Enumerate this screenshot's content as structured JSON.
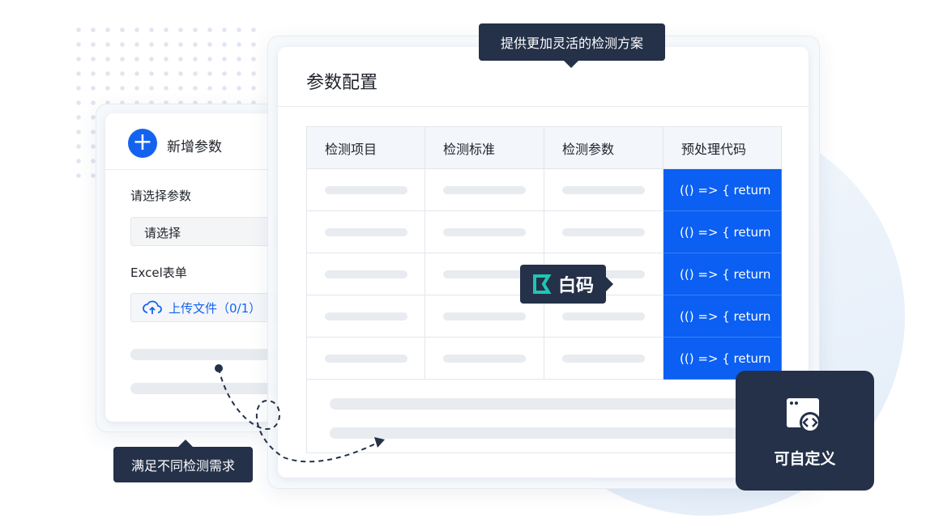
{
  "left_card": {
    "title": "新增参数",
    "param_label": "请选择参数",
    "select_placeholder": "请选择",
    "excel_label": "Excel表单",
    "upload_label": "上传文件（0/1）"
  },
  "tip_bottom": "满足不同检测需求",
  "tip_top": "提供更加灵活的检测方案",
  "main_card": {
    "title": "参数配置",
    "columns": [
      "检测项目",
      "检测标准",
      "检测参数",
      "预处理代码"
    ],
    "code_cells": [
      "(() => { return",
      "(() => { return",
      "(() => { return",
      "(() => { return",
      "(() => { return"
    ]
  },
  "brand": {
    "name": "白码"
  },
  "custom_box": {
    "label": "可自定义",
    "icon": "code-window-icon"
  },
  "colors": {
    "accent": "#0b5ff2",
    "dark": "#243149",
    "brand_teal": "#1ec6b4"
  }
}
